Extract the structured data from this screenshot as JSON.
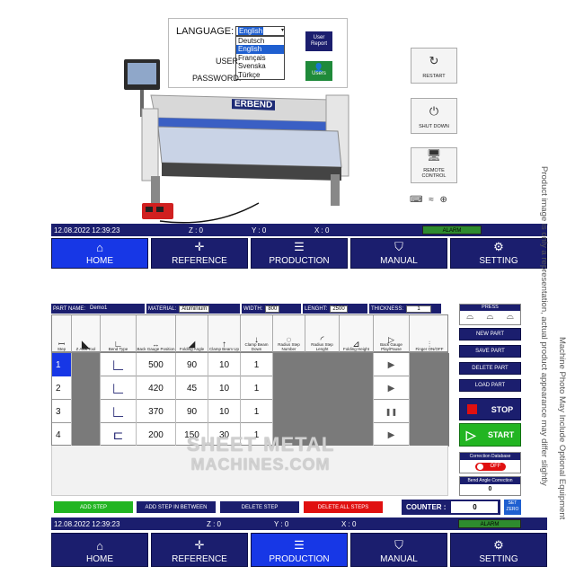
{
  "login": {
    "language_label": "LANGUAGE:",
    "language_selected": "English",
    "language_options": [
      "Deutsch",
      "English",
      "Français",
      "Svenska",
      "Türkçe"
    ],
    "user_label": "USER:",
    "password_label": "PASSWORD:",
    "user_report_label": "User Report",
    "users_label": "Users"
  },
  "machine": {
    "brand": "ERBEND"
  },
  "side_buttons": {
    "restart": "RESTART",
    "shutdown": "SHUT DOWN",
    "remote": "REMOTE CONTROL"
  },
  "status_top": {
    "datetime": "12.08.2022 12:39:23",
    "z": "Z : 0",
    "y": "Y : 0",
    "x": "X : 0",
    "alarm": "ALARM"
  },
  "nav_top": [
    {
      "label": "HOME",
      "icon": "home-icon"
    },
    {
      "label": "REFERENCE",
      "icon": "crosshair-icon"
    },
    {
      "label": "PRODUCTION",
      "icon": "list-icon"
    },
    {
      "label": "MANUAL",
      "icon": "press-icon"
    },
    {
      "label": "SETTING",
      "icon": "gear-icon"
    }
  ],
  "production": {
    "part_name_label": "PART NAME:",
    "part_name": "Demo1",
    "material_label": "MATERIAL:",
    "material": "Aluminium",
    "width_label": "WIDTH:",
    "width": "800",
    "length_label": "LENGHT:",
    "length": "2500",
    "thickness_label": "THICKNESS:",
    "thickness": "1",
    "columns": [
      "Step",
      "Z Axis Tool",
      "Bend Type",
      "Back Gauge Position",
      "Folding Angle",
      "Clamp Beam Up",
      "Clamp Beam Down",
      "Radius Step Number",
      "Radius Step Lenght",
      "Folding Height",
      "Back Gauge Play/Pause",
      "Finger ON/OFF"
    ],
    "rows": [
      {
        "step": "1",
        "position": "500",
        "angle": "90",
        "clamp_up": "10",
        "clamp_down": "1",
        "play": "▶"
      },
      {
        "step": "2",
        "position": "420",
        "angle": "45",
        "clamp_up": "10",
        "clamp_down": "1",
        "play": "▶"
      },
      {
        "step": "3",
        "position": "370",
        "angle": "90",
        "clamp_up": "10",
        "clamp_down": "1",
        "play": "❚❚"
      },
      {
        "step": "4",
        "position": "200",
        "angle": "150",
        "clamp_up": "30",
        "clamp_down": "1",
        "play": "▶"
      }
    ],
    "press_label": "PRESS",
    "buttons": {
      "new_part": "NEW PART",
      "save_part": "SAVE PART",
      "delete_part": "DELETE PART",
      "load_part": "LOAD PART",
      "stop": "STOP",
      "start": "START"
    },
    "correction_db_label": "Correction Database",
    "correction_toggle": "OFF",
    "bend_angle_label": "Bend Angle Correction",
    "bend_angle_value": "0",
    "add_step": "ADD STEP",
    "add_step_between": "ADD STEP IN BETWEEN",
    "delete_step": "DELETE STEP",
    "delete_all": "DELETE ALL STEPS",
    "counter_label": "COUNTER :",
    "counter_value": "0",
    "set_zero": "SET ZERO"
  },
  "status_bottom": {
    "datetime": "12.08.2022 12:39:23",
    "z": "Z : 0",
    "y": "Y : 0",
    "x": "X : 0",
    "alarm": "ALARM"
  },
  "nav_bottom": [
    {
      "label": "HOME",
      "icon": "home-icon"
    },
    {
      "label": "REFERENCE",
      "icon": "crosshair-icon"
    },
    {
      "label": "PRODUCTION",
      "icon": "list-icon"
    },
    {
      "label": "MANUAL",
      "icon": "press-icon"
    },
    {
      "label": "SETTING",
      "icon": "gear-icon"
    }
  ],
  "watermark": {
    "line1": "SHEET METAL",
    "line2": "MACHINES.COM"
  },
  "disclaimer_1": "Product image is only a representation, actual product appearance may differ slightly",
  "disclaimer_2": "Machine Photo May Include Optional Equipment",
  "colors": {
    "navy": "#1b1e6e",
    "active_blue": "#1737e6",
    "alarm_green": "#2e8b2e",
    "stop_red": "#e01010",
    "start_green": "#22b522"
  }
}
